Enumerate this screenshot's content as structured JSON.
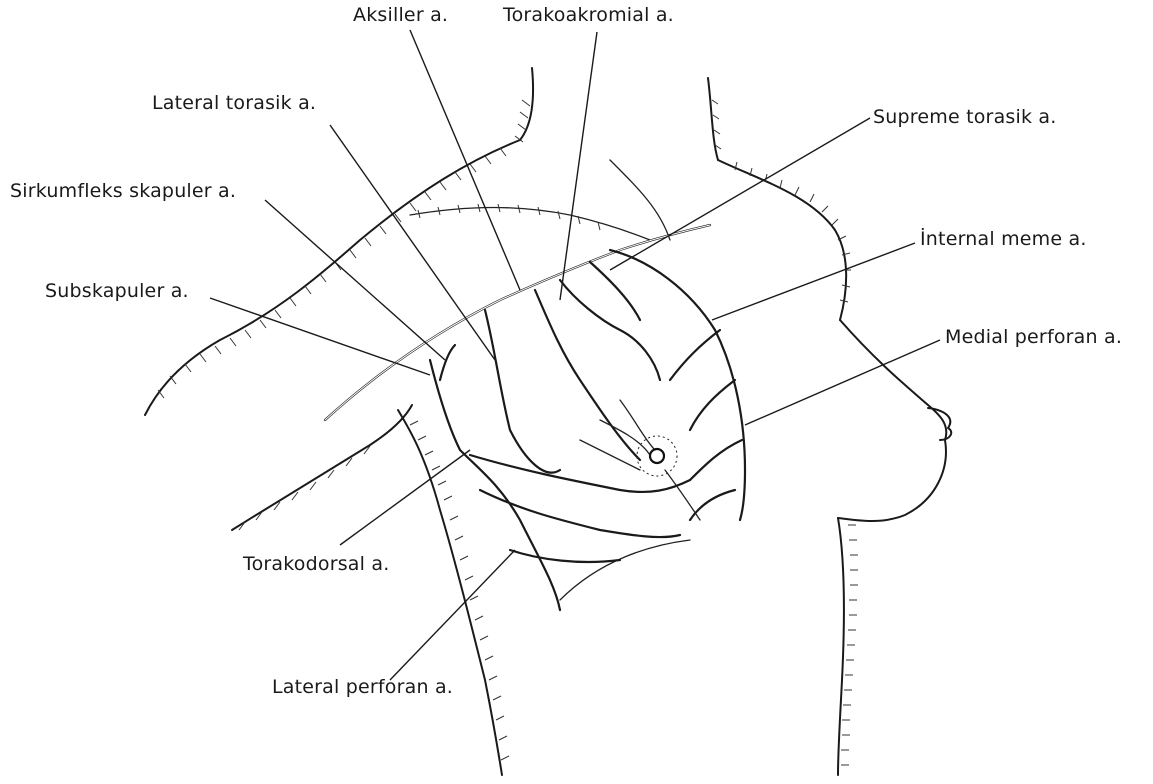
{
  "labels": {
    "aksiller": "Aksiller a.",
    "torakoakromial": "Torakoakromial a.",
    "lateral_torasik": "Lateral torasik a.",
    "supreme_torasik": "Supreme torasik a.",
    "sirkumfleks_skapuler": "Sirkumfleks skapuler a.",
    "internal_meme": "İnternal meme a.",
    "subskapuler": "Subskapuler a.",
    "medial_perforan": "Medial perforan a.",
    "torakodorsal": "Torakodorsal a.",
    "lateral_perforan": "Lateral perforan a."
  }
}
